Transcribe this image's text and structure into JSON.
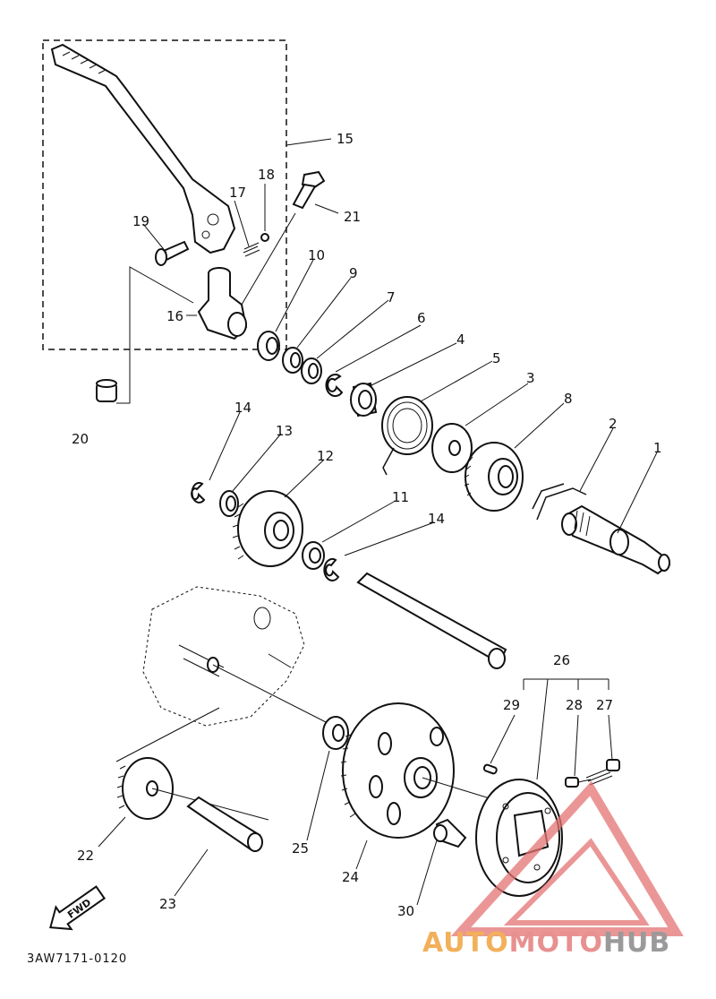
{
  "diagram": {
    "code": "3AW7171-0120",
    "fwd_label": "FWD",
    "callouts": {
      "c1": "1",
      "c2": "2",
      "c3": "3",
      "c4": "4",
      "c5": "5",
      "c6": "6",
      "c7": "7",
      "c8": "8",
      "c9": "9",
      "c10": "10",
      "c11": "11",
      "c12": "12",
      "c13": "13",
      "c14a": "14",
      "c14b": "14",
      "c15": "15",
      "c16": "16",
      "c17": "17",
      "c18": "18",
      "c19": "19",
      "c20": "20",
      "c21": "21",
      "c22": "22",
      "c23": "23",
      "c24": "24",
      "c25": "25",
      "c26": "26",
      "c27": "27",
      "c28": "28",
      "c29": "29",
      "c30": "30"
    }
  },
  "watermark": {
    "part1": "AUTO",
    "part2": "MOTO",
    "part3": "HUB",
    "color_primary": "#f2b05a",
    "color_secondary": "#e89090",
    "color_dark": "#9a9a9a",
    "triangle_color": "#e57373"
  }
}
